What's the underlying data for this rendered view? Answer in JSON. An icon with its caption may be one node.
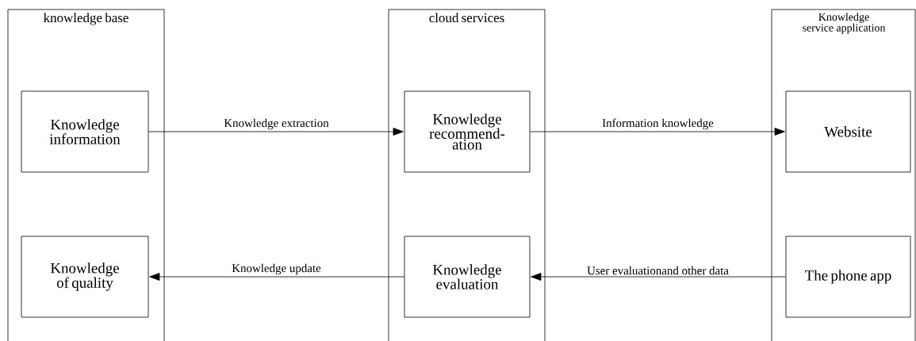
{
  "diagram": {
    "nodes": [
      {
        "text": [
          "knowledge base"
        ]
      },
      {
        "text": [
          "Knowledge information"
        ],
        "in": 0
      },
      {
        "text": [
          "Knowledge of quality"
        ],
        "in": 0
      },
      {
        "text": [
          "cloud services"
        ]
      },
      {
        "text": [
          "Knowledge recommend-ation"
        ],
        "in": 3
      },
      {
        "text": [
          "Knowledge evaluation"
        ],
        "in": 3
      },
      {
        "text": [
          "Knowledge service application"
        ]
      },
      {
        "text": [
          "Website"
        ],
        "in": 6
      },
      {
        "text": [
          "The phone app"
        ],
        "in": 6
      }
    ],
    "edges": [
      {
        "from": 1,
        "to": 4,
        "arrow": "to",
        "label": "Knowledge extraction"
      },
      {
        "from": 4,
        "to": 7,
        "arrow": "to",
        "label": "Information knowledge"
      },
      {
        "from": 8,
        "to": 5,
        "arrow": "to",
        "label": "User evaluationand other data"
      },
      {
        "from": 5,
        "to": 2,
        "arrow": "to",
        "label": "Knowledge update"
      }
    ]
  }
}
